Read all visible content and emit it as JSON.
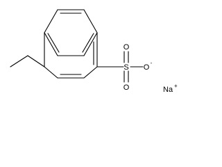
{
  "molecule": {
    "atoms": {
      "o_top": "O",
      "s": "S",
      "o_right": "O",
      "o_right_charge": "-",
      "o_bottom": "O",
      "na": "Na",
      "na_charge": "+"
    }
  }
}
